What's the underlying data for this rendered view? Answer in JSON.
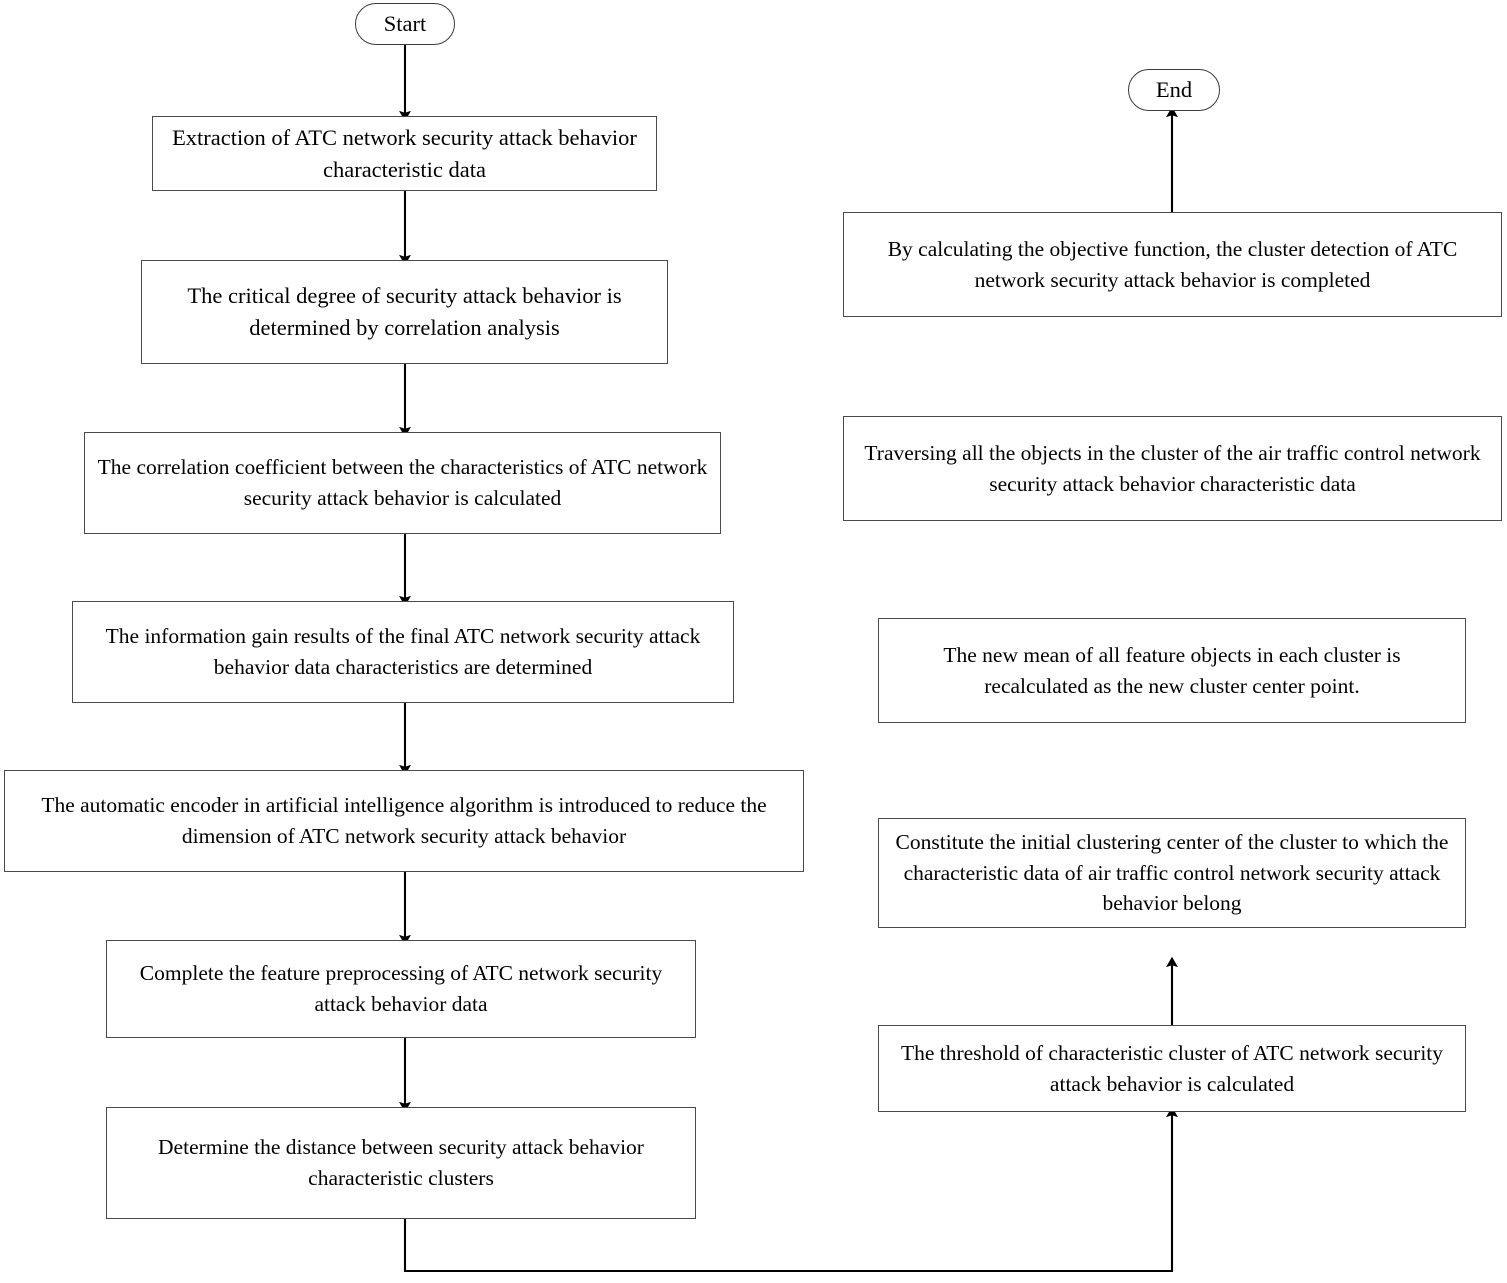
{
  "diagram": {
    "title": "ATC network security attack behavior detection flowchart",
    "background": "#ffffff",
    "stroke_color": "#4a4a4a",
    "text_color": "#000000"
  },
  "terminators": {
    "start": "Start",
    "end": "End"
  },
  "left_column": [
    {
      "id": "extraction",
      "text": "Extraction of ATC network security attack behavior characteristic data"
    },
    {
      "id": "critical-degree",
      "text": "The critical degree of security attack behavior is determined by correlation analysis"
    },
    {
      "id": "correlation-coeff",
      "text": "The correlation coefficient between the characteristics of ATC network security attack behavior is calculated"
    },
    {
      "id": "information-gain",
      "text": "The information gain results of the final ATC network security attack behavior data characteristics are determined"
    },
    {
      "id": "auto-encoder",
      "text": "The automatic encoder in artificial intelligence algorithm is introduced to reduce the dimension of ATC network security attack behavior"
    },
    {
      "id": "preprocessing",
      "text": "Complete the feature preprocessing of ATC network security attack behavior data"
    },
    {
      "id": "distance",
      "text": "Determine the distance between security attack behavior characteristic clusters"
    }
  ],
  "right_column": [
    {
      "id": "objective-function",
      "text": "By calculating the objective function, the cluster detection of ATC network security attack behavior is completed"
    },
    {
      "id": "traversing",
      "text": "Traversing all the objects in the cluster of the air traffic control network security attack behavior characteristic data"
    },
    {
      "id": "new-mean",
      "text": "The new mean of all feature objects in each cluster is recalculated as the new cluster center point."
    },
    {
      "id": "initial-center",
      "text": "Constitute the initial clustering center of the cluster to which the characteristic data of air traffic control network security attack behavior belong"
    },
    {
      "id": "threshold",
      "text": "The threshold of characteristic cluster of ATC network security attack behavior is calculated"
    }
  ],
  "flow_order": [
    "Start",
    "Extraction of ATC network security attack behavior characteristic data",
    "The critical degree of security attack behavior is determined by correlation analysis",
    "The correlation coefficient between the characteristics of ATC network security attack behavior is calculated",
    "The information gain results of the final ATC network security attack behavior data characteristics are determined",
    "The automatic encoder in artificial intelligence algorithm is introduced to reduce the dimension of ATC network security attack behavior",
    "Complete the feature preprocessing of ATC network security attack behavior data",
    "Determine the distance between security attack behavior characteristic clusters",
    "The threshold of characteristic cluster of ATC network security attack behavior is calculated",
    "Constitute the initial clustering center of the cluster to which the characteristic data of air traffic control network security attack behavior belong",
    "The new mean of all feature objects in each cluster is recalculated as the new cluster center point.",
    "Traversing all the objects in the cluster of the air traffic control network security attack behavior characteristic data",
    "By calculating the objective function, the cluster detection of ATC network security attack behavior is completed",
    "End"
  ]
}
